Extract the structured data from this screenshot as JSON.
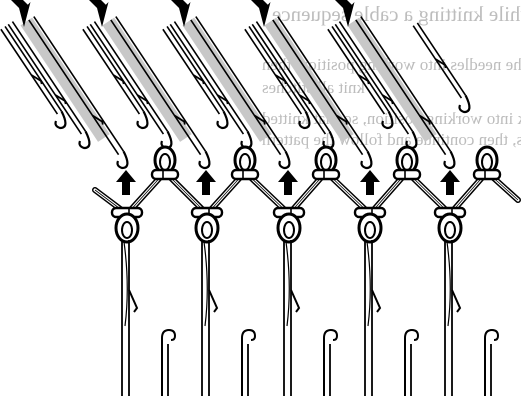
{
  "figure": {
    "show_through_text": [
      "net knitting while knitting a cable sequence",
      "by knitting the needles into working position, then",
      "knit all stitches",
      "Push the needles back into working position, so that knitted",
      "loops remain on the needles, then continue and follow the pattern"
    ],
    "needle_count": 5,
    "arrow_directions": {
      "top_row": "down-right",
      "loop_row": "up"
    },
    "colors": {
      "ink": "#000000",
      "paper": "#ffffff",
      "needle_fill": "#c8c8c8",
      "show_through": "#bdbdbd"
    }
  }
}
